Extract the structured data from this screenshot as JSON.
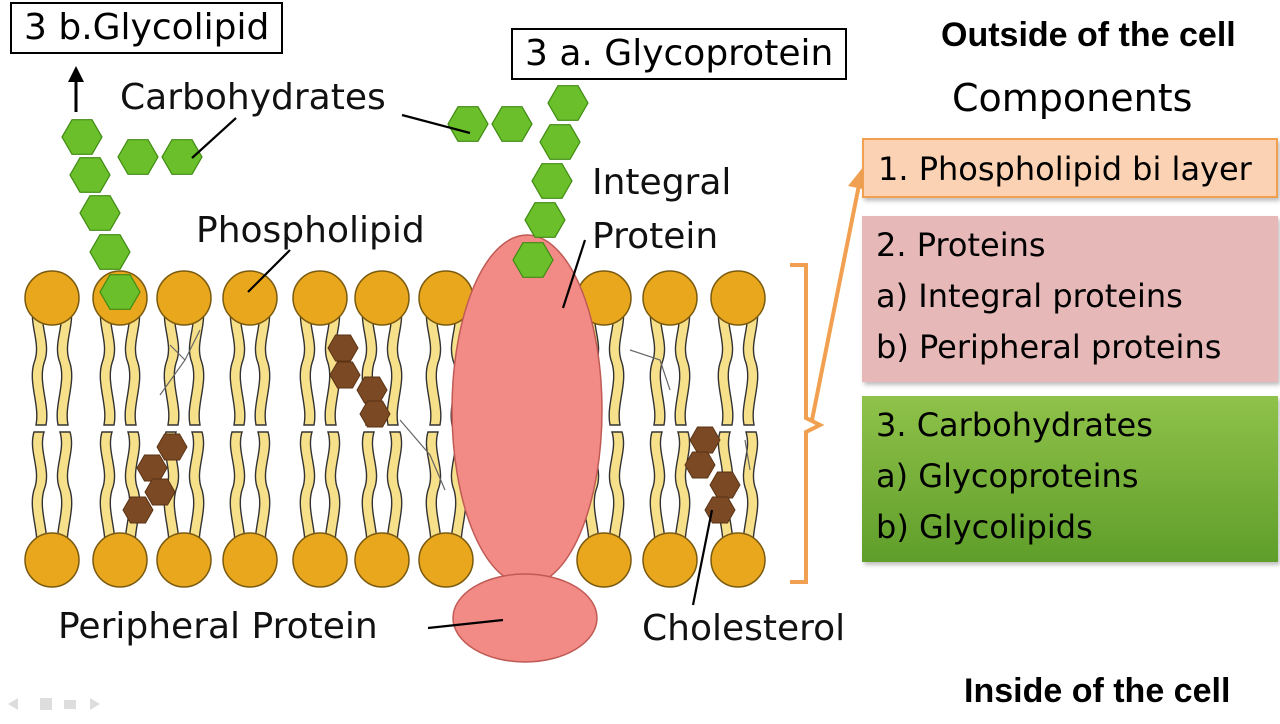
{
  "labels": {
    "glycolipid_box": "3 b.Glycolipid",
    "glycoprotein_box": "3 a. Glycoprotein",
    "carbohydrates": "Carbohydrates",
    "phospholipid": "Phospholipid",
    "integral_line1": "Integral",
    "integral_line2": "Protein",
    "peripheral": "Peripheral Protein",
    "cholesterol": "Cholesterol",
    "outside": "Outside of the cell",
    "inside": "Inside of the cell",
    "components": "Components"
  },
  "components": [
    {
      "lines": [
        "1. Phospholipid bi layer"
      ],
      "color": "#fbd3b4"
    },
    {
      "lines": [
        "2. Proteins",
        "a) Integral proteins",
        "b) Peripheral proteins"
      ],
      "color": "#e6b9b8"
    },
    {
      "lines": [
        "3. Carbohydrates",
        "a) Glycoproteins",
        "b) Glycolipids"
      ],
      "color": "#76b33a"
    }
  ],
  "colors": {
    "head": "#e8a71c",
    "tail": "#f7e08a",
    "protein": "#f28b86",
    "sugar": "#6bbf2a",
    "cholesterol": "#7b4a24",
    "accent": "#f0a050"
  }
}
